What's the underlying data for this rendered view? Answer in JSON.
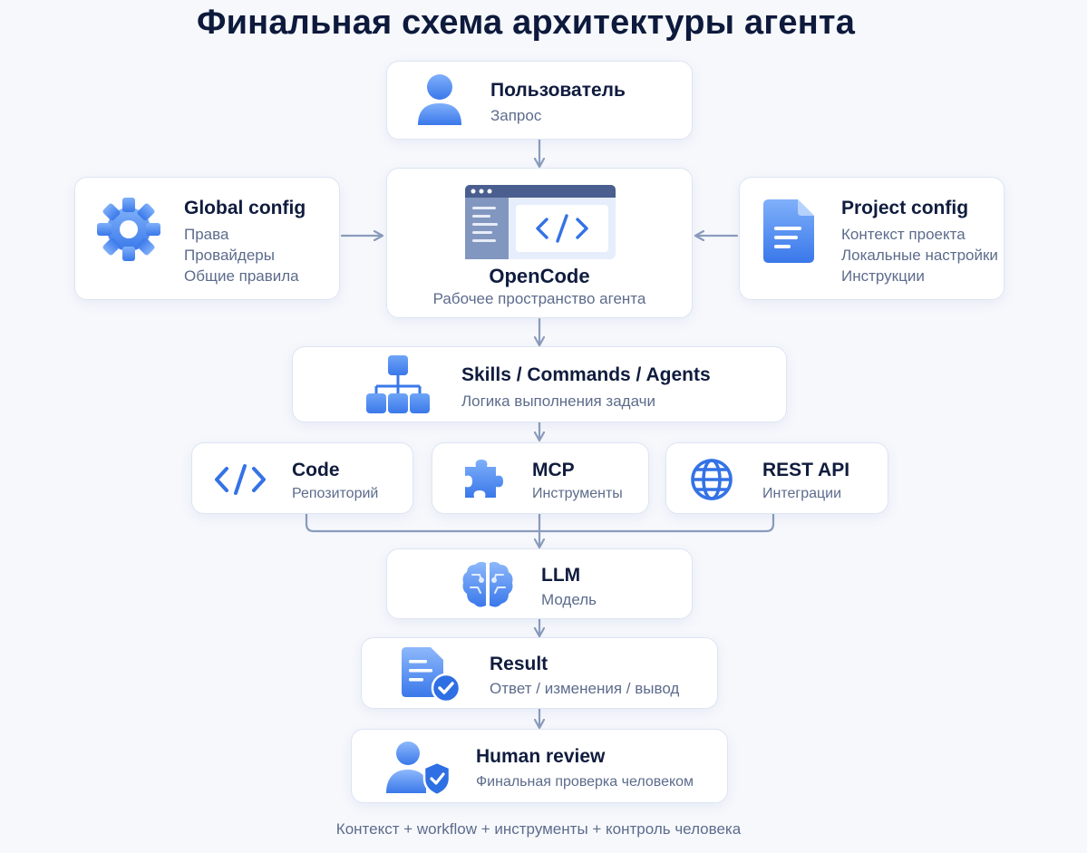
{
  "title": "Финальная схема архитектуры агента",
  "nodes": {
    "user": {
      "title": "Пользователь",
      "sub": "Запрос"
    },
    "global_config": {
      "title": "Global config",
      "items": [
        "Права",
        "Провайдеры",
        "Общие правила"
      ]
    },
    "opencode": {
      "title": "OpenCode",
      "sub": "Рабочее пространство агента"
    },
    "project_config": {
      "title": "Project config",
      "items": [
        "Контекст проекта",
        "Локальные настройки",
        "Инструкции"
      ]
    },
    "skills": {
      "title": "Skills / Commands / Agents",
      "sub": "Логика выполнения задачи"
    },
    "code": {
      "title": "Code",
      "sub": "Репозиторий"
    },
    "mcp": {
      "title": "MCP",
      "sub": "Инструменты"
    },
    "rest_api": {
      "title": "REST API",
      "sub": "Интеграции"
    },
    "llm": {
      "title": "LLM",
      "sub": "Модель"
    },
    "result": {
      "title": "Result",
      "sub": "Ответ / изменения / вывод"
    },
    "human_review": {
      "title": "Human review",
      "sub": "Финальная проверка человеком"
    }
  },
  "footer": "Контекст + workflow + инструменты + контроль человека",
  "colors": {
    "accent": "#3b7ff0",
    "accent_light": "#8db8fb",
    "arrow": "#8a9cbc",
    "border": "#dde5f3"
  },
  "icons": {
    "user": "user-icon",
    "global_config": "gear-icon",
    "opencode": "code-window-icon",
    "project_config": "document-icon",
    "skills": "hierarchy-icon",
    "code": "code-brackets-icon",
    "mcp": "puzzle-icon",
    "rest_api": "globe-icon",
    "llm": "brain-icon",
    "result": "document-check-icon",
    "human_review": "user-shield-icon"
  }
}
